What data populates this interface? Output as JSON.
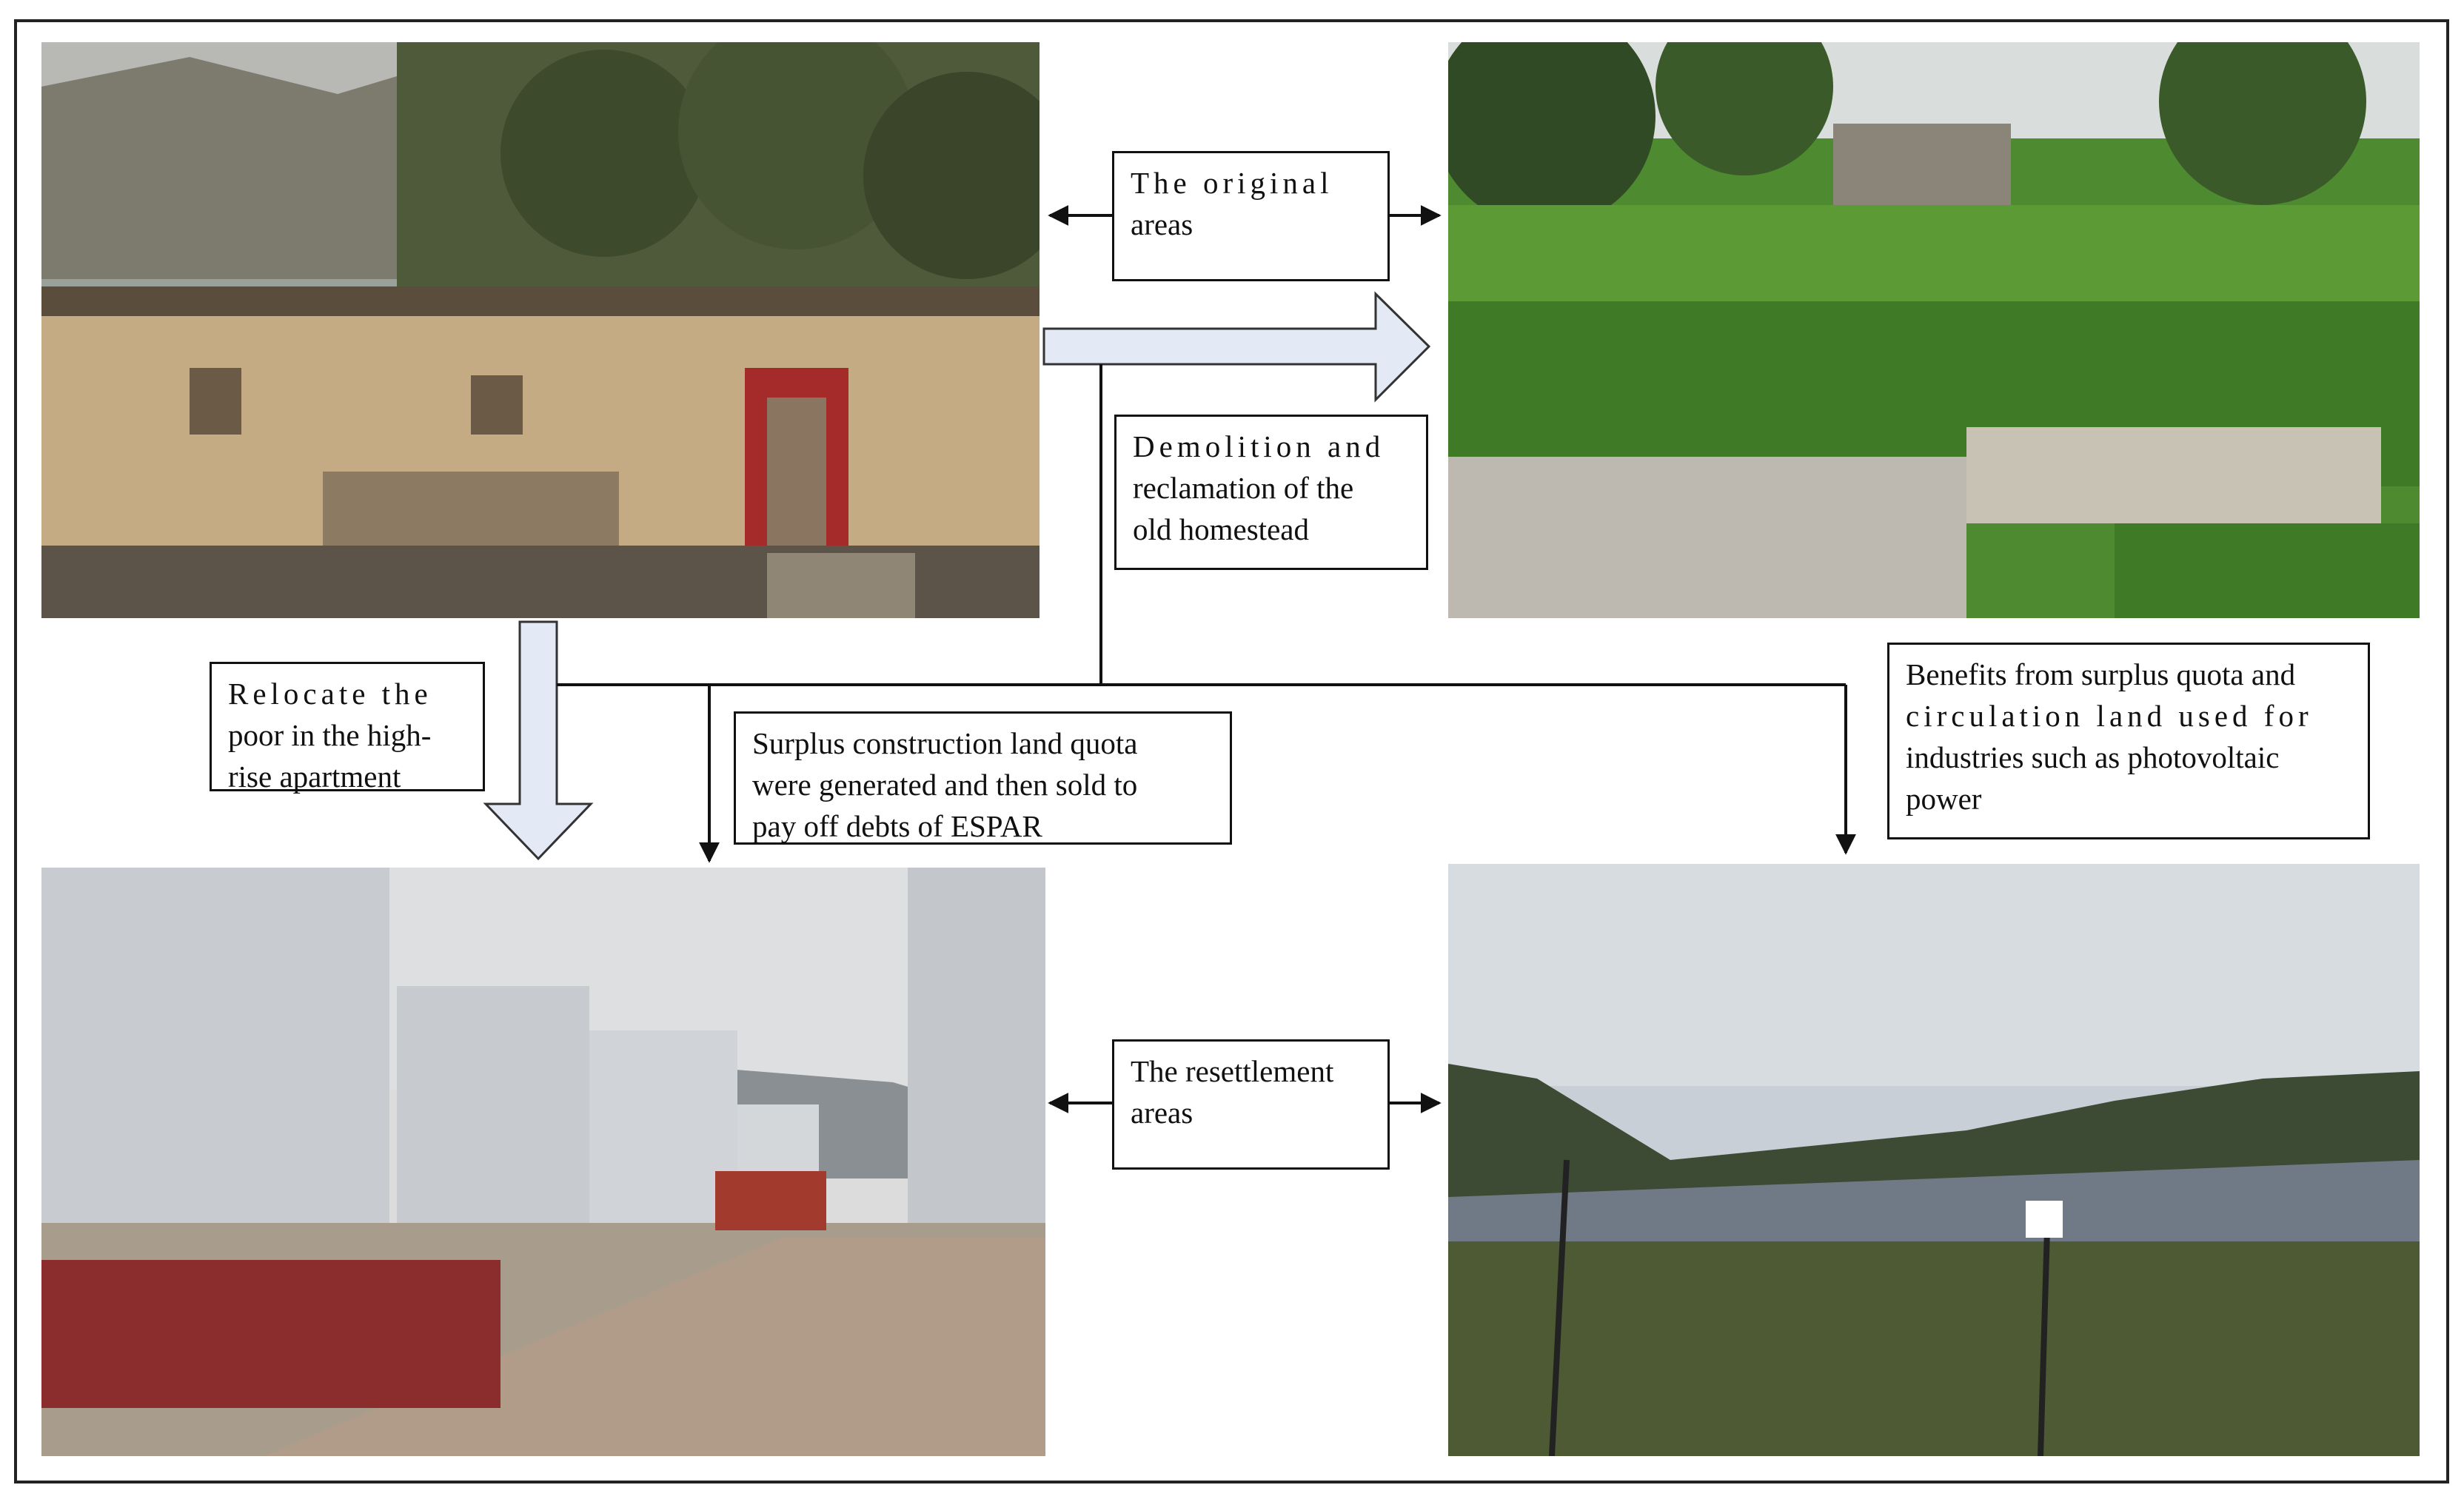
{
  "labels": {
    "original_areas": [
      "The original",
      "areas"
    ],
    "demolition": [
      "Demolition and",
      "reclamation of the",
      "old homestead"
    ],
    "relocate": [
      "Relocate the",
      "poor in the high-",
      "rise apartment"
    ],
    "surplus_quota": [
      "Surplus construction land quota",
      "were generated and then sold to",
      "pay off debts of ESPAR"
    ],
    "benefits": [
      "Benefits from surplus quota and",
      "circulation land used for",
      "industries such as  photovoltaic",
      "power"
    ],
    "resettlement_areas": [
      "The resettlement",
      "areas"
    ]
  },
  "photos": {
    "top_left": "old-mud-house-photo",
    "top_right": "reclaimed-farmland-photo",
    "bottom_left": "resettlement-apartments-photo",
    "bottom_right": "photovoltaic-power-station-photo"
  },
  "colors": {
    "block_arrow_fill": "#e3e9f5",
    "line": "#111111"
  }
}
